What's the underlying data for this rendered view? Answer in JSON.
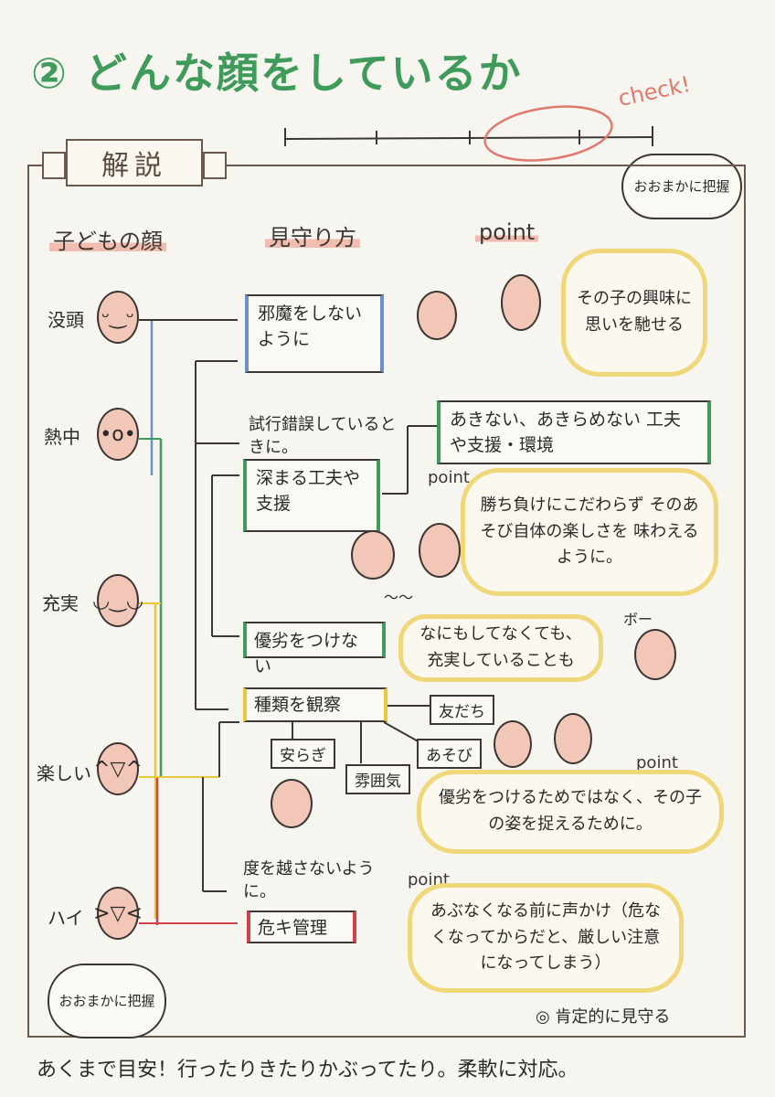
{
  "title": "② どんな顔をしているか",
  "scale": {
    "check_label": "check!",
    "cloud_text": "おおまかに把握"
  },
  "section_label": "解説",
  "columns": {
    "faces": "子どもの顔",
    "watch": "見守り方",
    "point": "point"
  },
  "faces": [
    {
      "label": "没頭",
      "expr": "ᵕ‿ᵕ"
    },
    {
      "label": "熱中",
      "expr": "•o•"
    },
    {
      "label": "充実",
      "expr": "◡‿◡"
    },
    {
      "label": "楽しい",
      "expr": "^▽^"
    },
    {
      "label": "ハイ",
      "expr": ">▽<"
    }
  ],
  "watch_items": {
    "jama": "邪魔をしないように",
    "shiko": "試行錯誤しているときに。",
    "fukamaru": "深まる工夫や支援",
    "yuretsu": "優劣をつけない",
    "shurui": "種類を観察",
    "do_wo": "度を越さないように。",
    "kiki": "危キ管理"
  },
  "sub_box": "あきない、あきらめない 工夫や支援・環境",
  "observe_tags": [
    "友だち",
    "安らぎ",
    "雰囲気",
    "あそび"
  ],
  "points": {
    "kyomi": "その子の興味に思いを馳せる",
    "kachimake": "勝ち負けにこだわらず そのあそび自体の楽しさを 味わえるように。",
    "nanimo": "なにもしてなくても、充実していることも",
    "yuretsu": "優劣をつけるためではなく、その子の姿を捉えるために。",
    "abunaku": "あぶなくなる前に声かけ（危なくなってからだと、厳しい注意になってしまう）"
  },
  "point_labels": [
    "point",
    "point",
    "point"
  ],
  "sfx": [
    "ボー",
    "〜〜"
  ],
  "bottom_cloud": "おおまかに把握",
  "note": "◎ 肯定的に見守る",
  "footer": "あくまで目安！行ったりきたりかぶってたり。柔軟に対応。",
  "colors": {
    "title": "#3f9b5a",
    "blue": "#6f8fc9",
    "green": "#3f9b5a",
    "yellow": "#e9c93a",
    "red": "#d0434a",
    "bubble": "#f0d77a",
    "highlight": "#f1bdb0"
  }
}
